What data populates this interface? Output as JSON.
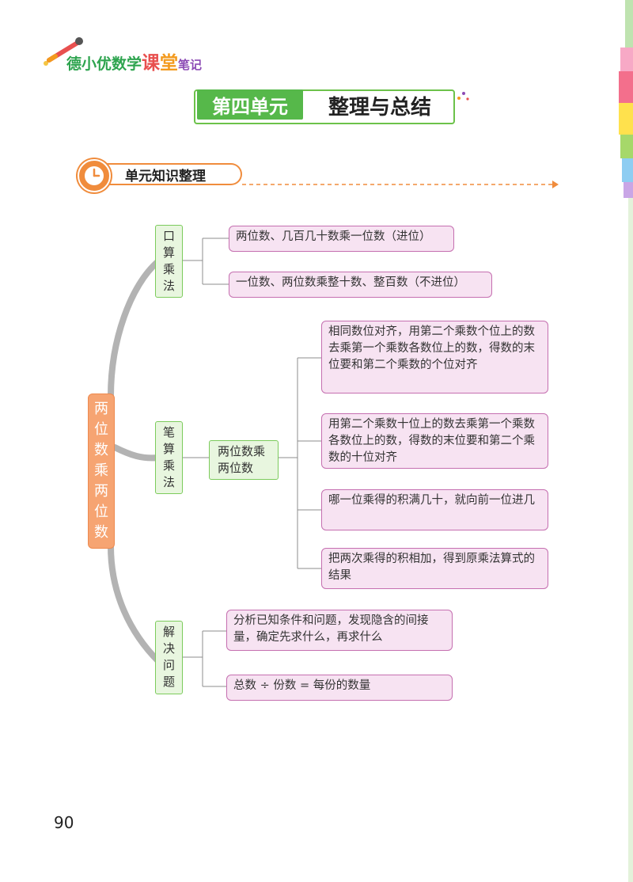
{
  "brand": {
    "prefix": "德小优数学",
    "ke": "课",
    "tang": "堂",
    "biji": "笔记"
  },
  "title": {
    "unit": "第四单元",
    "topic": "整理与总结"
  },
  "section": {
    "label": "单元知识整理"
  },
  "mindmap": {
    "root": "两位数乘两位数",
    "branch_oral": {
      "label": "口算乘法",
      "items": [
        "两位数、几百几十数乘一位数（进位）",
        "一位数、两位数乘整十数、整百数（不进位）"
      ]
    },
    "branch_written": {
      "label": "笔算乘法",
      "sub_label": "两位数乘两位数",
      "items": [
        "相同数位对齐，用第二个乘数个位上的数去乘第一个乘数各数位上的数，得数的末位要和第二个乘数的个位对齐",
        "用第二个乘数十位上的数去乘第一个乘数各数位上的数，得数的末位要和第二个乘数的十位对齐",
        "哪一位乘得的积满几十，就向前一位进几",
        "把两次乘得的积相加，得到原乘法算式的结果"
      ]
    },
    "branch_problem": {
      "label": "解决问题",
      "items": [
        "分析已知条件和问题，发现隐含的间接量，确定先求什么，再求什么",
        "总数 ÷ 份数 = 每份的数量"
      ]
    }
  },
  "page_number": "90"
}
